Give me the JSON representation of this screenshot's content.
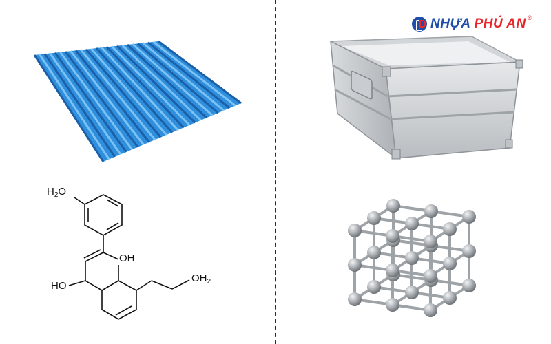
{
  "brand": {
    "name_part1": "NHỰA",
    "name_part2": "PHÚ AN",
    "registered_mark": "®",
    "colors": {
      "blue": "#1f4ea8",
      "red": "#e8262b"
    }
  },
  "molecule": {
    "labels": {
      "h2o": "H2O",
      "oh_top": "OH",
      "ho_left": "HO",
      "oh2_right": "OH2"
    }
  },
  "icons": [
    "corrugated-sheet-icon",
    "storage-box-icon",
    "molecule-structure-icon",
    "crystal-lattice-icon"
  ],
  "colors": {
    "sheet": "#2f8fdc",
    "metal": "#c8cbce",
    "lattice": "#a9adb1"
  }
}
